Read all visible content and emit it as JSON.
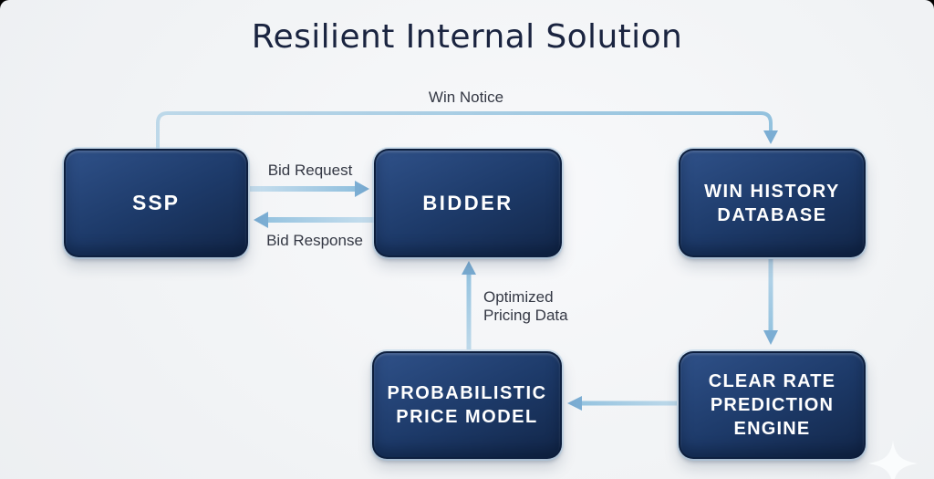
{
  "title": "Resilient Internal Solution",
  "diagram": {
    "nodes": {
      "ssp": {
        "lines": [
          "SSP"
        ]
      },
      "bidder": {
        "lines": [
          "BIDDER"
        ]
      },
      "win_history_database": {
        "lines": [
          "WIN HISTORY",
          "DATABASE"
        ]
      },
      "probabilistic_price_model": {
        "lines": [
          "PROBABILISTIC",
          "PRICE MODEL"
        ]
      },
      "clear_rate_prediction_engine": {
        "lines": [
          "CLEAR RATE",
          "PREDICTION",
          "ENGINE"
        ]
      }
    },
    "edges": {
      "win_notice": {
        "label": "Win Notice",
        "from": "SSP",
        "to": "WIN HISTORY DATABASE"
      },
      "bid_request": {
        "label": "Bid Request",
        "from": "SSP",
        "to": "BIDDER"
      },
      "bid_response": {
        "label": "Bid Response",
        "from": "BIDDER",
        "to": "SSP"
      },
      "db_to_engine": {
        "label": "",
        "from": "WIN HISTORY DATABASE",
        "to": "CLEAR RATE PREDICTION ENGINE"
      },
      "engine_to_model": {
        "label": "",
        "from": "CLEAR RATE PREDICTION ENGINE",
        "to": "PROBABILISTIC PRICE MODEL"
      },
      "optimized_pricing_data": {
        "label": "Optimized Pricing Data",
        "lines": [
          "Optimized",
          "Pricing Data"
        ],
        "from": "PROBABILISTIC PRICE MODEL",
        "to": "BIDDER"
      }
    },
    "decorations": [
      {
        "icon": "sparkle-icon"
      }
    ]
  },
  "colors": {
    "title_text": "#1a2440",
    "label_text": "#343844",
    "node_fill_top": "#2f5189",
    "node_fill_bottom": "#122648",
    "node_text": "#ffffff",
    "arrow_line_light": "#c8dfee",
    "arrow_line_dark": "#8abcdc",
    "arrowhead": "#7badd3",
    "background": "#eff1f4"
  }
}
